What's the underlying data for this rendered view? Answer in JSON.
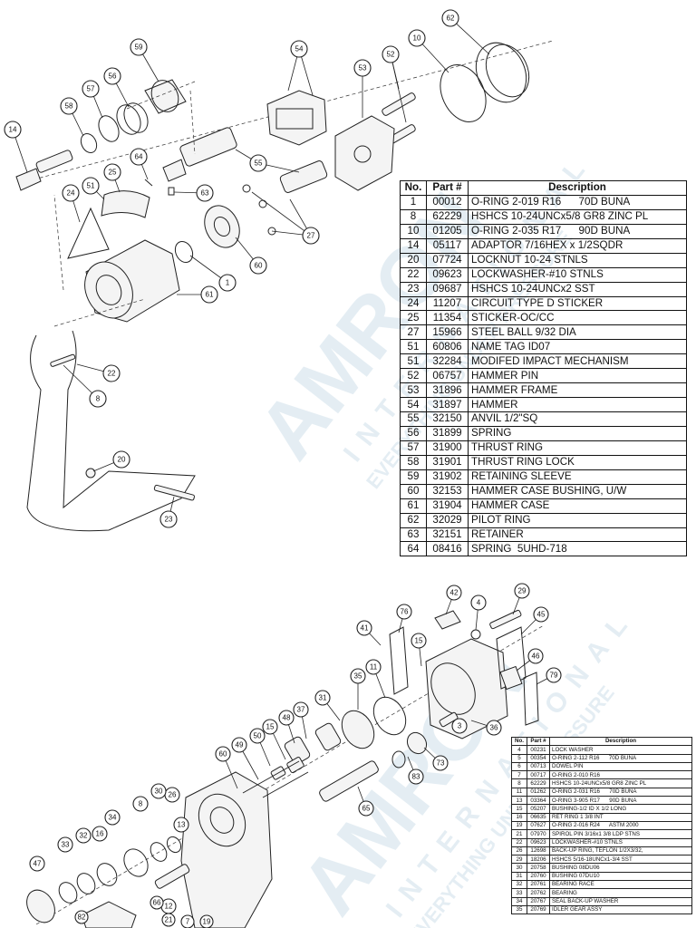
{
  "watermark": {
    "brand": "AMRON",
    "line1": "INTERNATIONAL",
    "line2": "EVERYTHING UNDER PRESSURE"
  },
  "diagram_top": {
    "callouts": [
      "62",
      "10",
      "52",
      "54",
      "53",
      "59",
      "57",
      "56",
      "58",
      "14",
      "64",
      "25",
      "63",
      "55",
      "51",
      "24",
      "27",
      "60",
      "1",
      "61",
      "22",
      "8",
      "20",
      "23"
    ]
  },
  "diagram_bottom": {
    "callouts": [
      "42",
      "4",
      "29",
      "76",
      "45",
      "41",
      "15",
      "46",
      "79",
      "11",
      "35",
      "37",
      "31",
      "48",
      "50",
      "15",
      "49",
      "60",
      "36",
      "3",
      "73",
      "83",
      "65",
      "26",
      "8",
      "30",
      "34",
      "32",
      "33",
      "47",
      "16",
      "12",
      "13",
      "7",
      "19",
      "66",
      "21",
      "82"
    ]
  },
  "table1": {
    "headers": [
      "No.",
      "Part #",
      "Description"
    ],
    "rows": [
      [
        "1",
        "00012",
        "O-RING 2-019 R16      70D BUNA"
      ],
      [
        "8",
        "62229",
        "HSHCS 10-24UNCx5/8 GR8 ZINC PL"
      ],
      [
        "10",
        "01205",
        "O-RING 2-035 R17      90D BUNA"
      ],
      [
        "14",
        "05117",
        "ADAPTOR 7/16HEX x 1/2SQDR"
      ],
      [
        "20",
        "07724",
        "LOCKNUT 10-24 STNLS"
      ],
      [
        "22",
        "09623",
        "LOCKWASHER-#10 STNLS"
      ],
      [
        "23",
        "09687",
        "HSHCS 10-24UNCx2 SST"
      ],
      [
        "24",
        "11207",
        "CIRCUIT TYPE D STICKER"
      ],
      [
        "25",
        "11354",
        "STICKER-OC/CC"
      ],
      [
        "27",
        "15966",
        "STEEL BALL 9/32 DIA"
      ],
      [
        "51",
        "60806",
        "NAME TAG ID07"
      ],
      [
        "51",
        "32284",
        "MODIFED IMPACT MECHANISM"
      ],
      [
        "52",
        "06757",
        "HAMMER PIN"
      ],
      [
        "53",
        "31896",
        "HAMMER FRAME"
      ],
      [
        "54",
        "31897",
        "HAMMER"
      ],
      [
        "55",
        "32150",
        "ANVIL 1/2\"SQ"
      ],
      [
        "56",
        "31899",
        "SPRING"
      ],
      [
        "57",
        "31900",
        "THRUST RING"
      ],
      [
        "58",
        "31901",
        "THRUST RING LOCK"
      ],
      [
        "59",
        "31902",
        "RETAINING SLEEVE"
      ],
      [
        "60",
        "32153",
        "HAMMER CASE BUSHING, U/W"
      ],
      [
        "61",
        "31904",
        "HAMMER CASE"
      ],
      [
        "62",
        "32029",
        "PILOT RING"
      ],
      [
        "63",
        "32151",
        "RETAINER"
      ],
      [
        "64",
        "08416",
        "SPRING  5UHD-718"
      ]
    ]
  },
  "table2": {
    "headers": [
      "No.",
      "Part #",
      "Description"
    ],
    "rows": [
      [
        "4",
        "00231",
        "LOCK WASHER"
      ],
      [
        "5",
        "00354",
        "O-RING 2-112 R16      70D BUNA"
      ],
      [
        "6",
        "00713",
        "DOWEL PIN"
      ],
      [
        "7",
        "00717",
        "O-RING 2-010 R16"
      ],
      [
        "8",
        "62229",
        "HSHCS 10-24UNCx5/8 GR8 ZINC PL"
      ],
      [
        "11",
        "01262",
        "O-RING 2-031 R16      70D BUNA"
      ],
      [
        "13",
        "03364",
        "O-RING 3-905 R17      90D BUNA"
      ],
      [
        "15",
        "05207",
        "BUSHING-1/2 ID X 1/2 LONG"
      ],
      [
        "16",
        "06635",
        "RET RING 1 3/8 INT"
      ],
      [
        "19",
        "07627",
        "O-RING 2-016 R24      ASTM 2000"
      ],
      [
        "21",
        "07970",
        "SPIROL PIN 3/16x1 3/8 LDP STNS"
      ],
      [
        "22",
        "09623",
        "LOCKWASHER-#10 STNLS"
      ],
      [
        "26",
        "12698",
        "BACK-UP RING, TEFLON 1/2X3/32,"
      ],
      [
        "29",
        "18206",
        "HSHCS 5/16-18UNCx1-3/4 SST"
      ],
      [
        "30",
        "20758",
        "BUSHING 08DU06"
      ],
      [
        "31",
        "20760",
        "BUSHING 07DU10"
      ],
      [
        "32",
        "20761",
        "BEARING RACE"
      ],
      [
        "33",
        "20762",
        "BEARING"
      ],
      [
        "34",
        "20767",
        "SEAL BACK-UP WASHER"
      ],
      [
        "35",
        "20769",
        "IDLER GEAR ASSY"
      ]
    ]
  }
}
